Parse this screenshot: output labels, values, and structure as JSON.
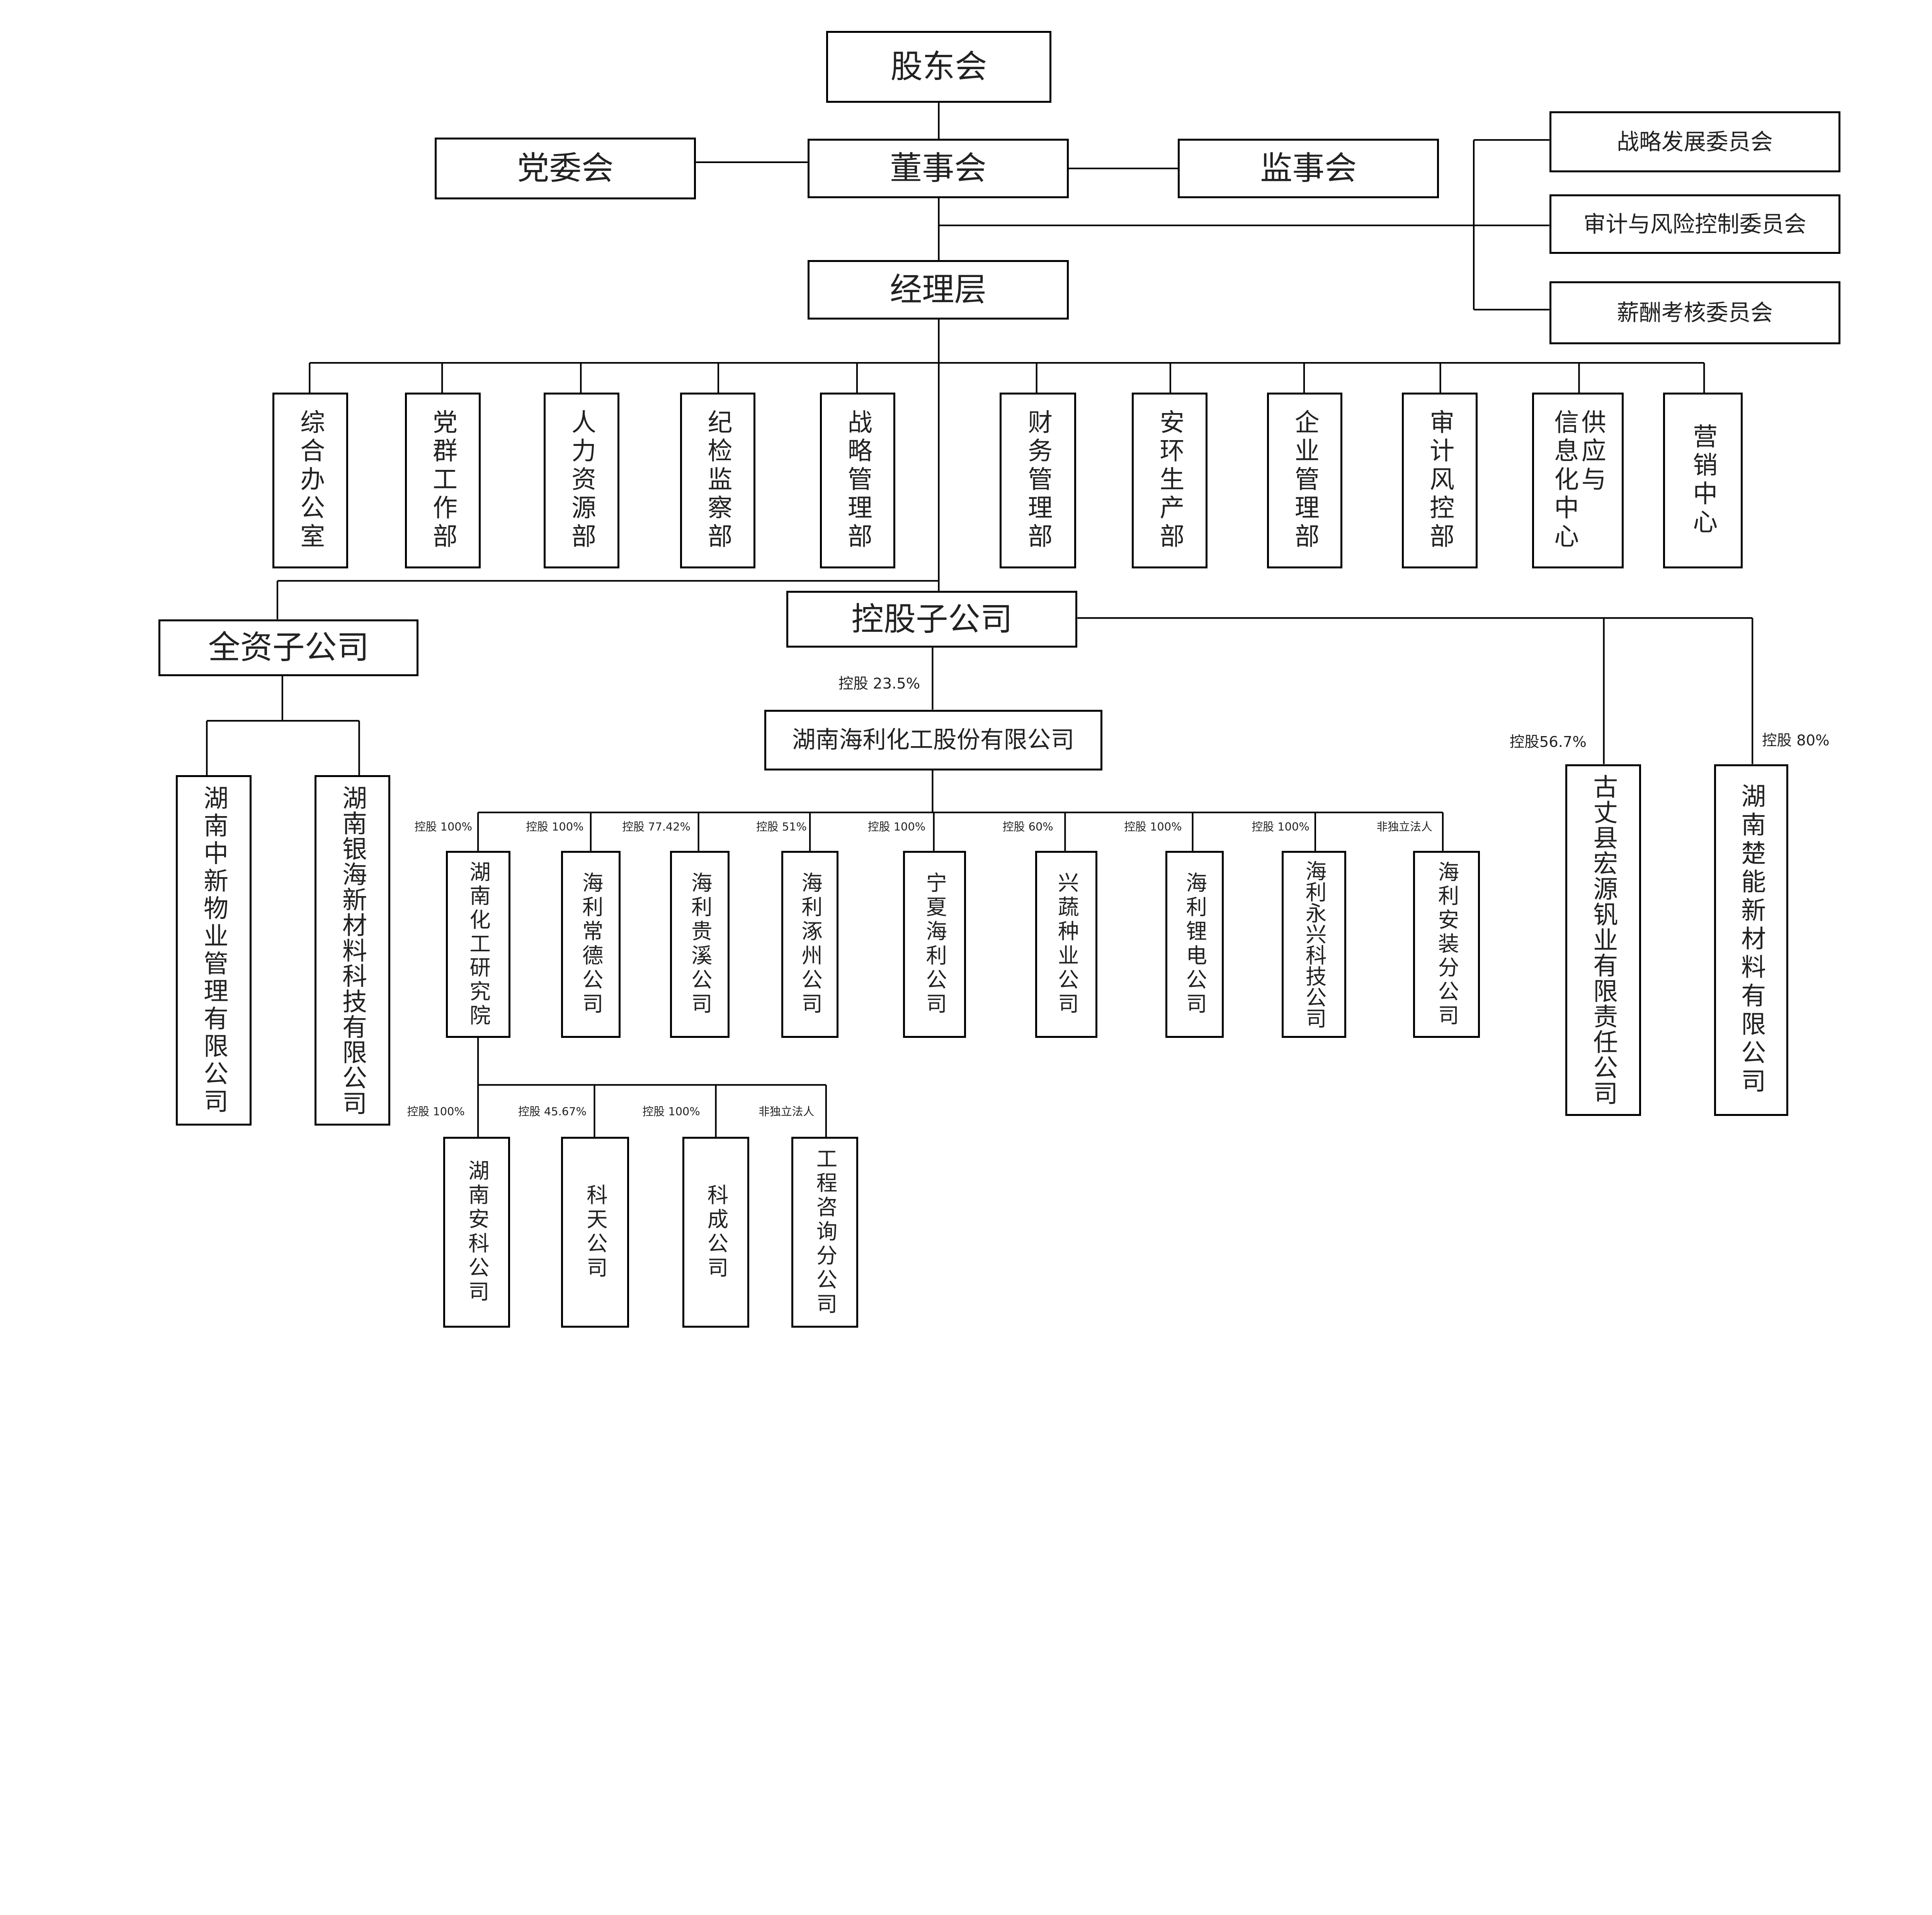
{
  "governance": {
    "shareholders": "股东会",
    "party_committee": "党委会",
    "board": "董事会",
    "supervisory_board": "监事会",
    "committees": [
      "战略发展委员会",
      "审计与风险控制委员会",
      "薪酬考核委员会"
    ],
    "management": "经理层"
  },
  "departments": [
    "综合办公室",
    "党群工作部",
    "人力资源部",
    "纪检监察部",
    "战略管理部",
    "财务管理部",
    "安环生产部",
    "企业管理部",
    "审计风控部",
    "供应与信息化中心",
    "营销中心"
  ],
  "wholly_owned": {
    "title": "全资子公司",
    "companies": [
      "湖南中新物业管理有限公司",
      "湖南银海新材料科技有限公司"
    ]
  },
  "holding": {
    "title": "控股子公司",
    "main": {
      "label": "控股 23.5%",
      "name": "湖南海利化工股份有限公司"
    },
    "others": [
      {
        "label": "控股56.7%",
        "name": "古丈县宏源钒业有限责任公司"
      },
      {
        "label": "控股 80%",
        "name": "湖南楚能新材料有限公司"
      }
    ]
  },
  "hali_subsidiaries": [
    {
      "label": "控股 100%",
      "name": "湖南化工研究院"
    },
    {
      "label": "控股 100%",
      "name": "海利常德公司"
    },
    {
      "label": "控股 77.42%",
      "name": "海利贵溪公司"
    },
    {
      "label": "控股 51%",
      "name": "海利涿州公司"
    },
    {
      "label": "控股 100%",
      "name": "宁夏海利公司"
    },
    {
      "label": "控股 60%",
      "name": "兴蔬种业公司"
    },
    {
      "label": "控股 100%",
      "name": "海利锂电公司"
    },
    {
      "label": "控股 100%",
      "name": "海利永兴科技公司"
    },
    {
      "label": "非独立法人",
      "name": "海利安装分公司"
    }
  ],
  "institute_subsidiaries": [
    {
      "label": "控股 100%",
      "name": "湖南安科公司"
    },
    {
      "label": "控股 45.67%",
      "name": "科天公司"
    },
    {
      "label": "控股 100%",
      "name": "科成公司"
    },
    {
      "label": "非独立法人",
      "name": "工程咨询分公司"
    }
  ]
}
